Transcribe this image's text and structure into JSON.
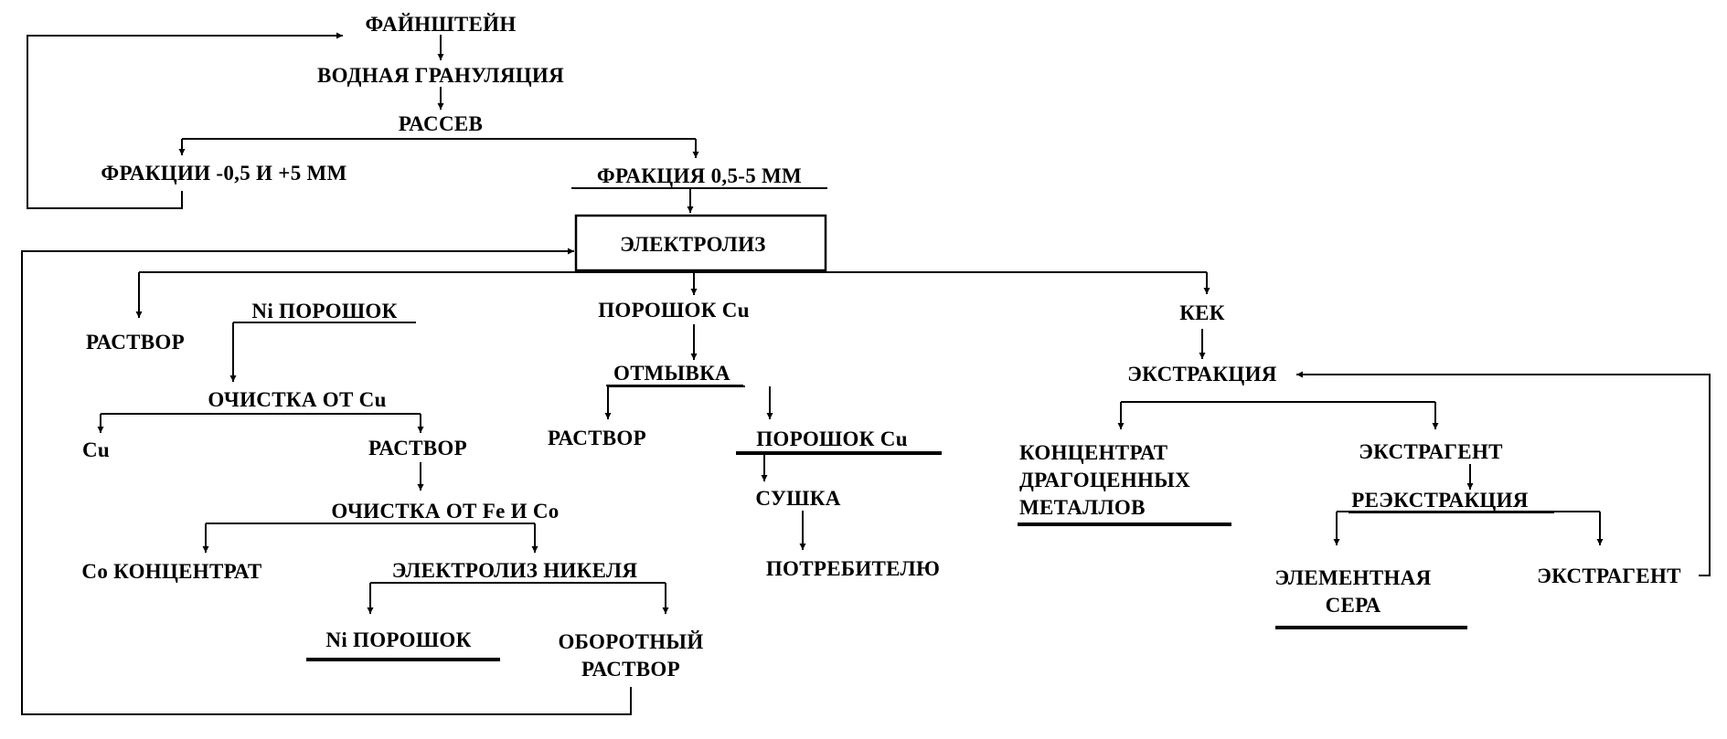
{
  "diagram": {
    "nodes": {
      "fainshtein": "ФАЙНШТЕЙН",
      "water_granulation": "ВОДНАЯ ГРАНУЛЯЦИЯ",
      "sieving": "РАССЕВ",
      "fractions_out": "ФРАКЦИИ -0,5 И +5 ММ",
      "fraction_in": "ФРАКЦИЯ 0,5-5 ММ",
      "electrolysis": "ЭЛЕКТРОЛИЗ",
      "solution_1": "РАСТВОР",
      "ni_powder_1": "Ni ПОРОШОК",
      "cu_cleaning": "ОЧИСТКА ОТ Cu",
      "cu": "Cu",
      "solution_2": "РАСТВОР",
      "fe_co_cleaning": "ОЧИСТКА ОТ Fe И Co",
      "co_concentrate": "Co КОНЦЕНТРАТ",
      "nickel_electrolysis": "ЭЛЕКТРОЛИЗ НИКЕЛЯ",
      "ni_powder_2": "Ni ПОРОШОК",
      "recycle_solution_line1": "ОБОРОТНЫЙ",
      "recycle_solution_line2": "РАСТВОР",
      "cu_powder_1": "ПОРОШОК Cu",
      "washing": "ОТМЫВКА",
      "solution_3": "РАСТВОР",
      "cu_powder_2": "ПОРОШОК Cu",
      "drying": "СУШКА",
      "to_consumer": "ПОТРЕБИТЕЛЮ",
      "cake": "КЕК",
      "extraction": "ЭКСТРАКЦИЯ",
      "pm_concentrate_line1": "КОНЦЕНТРАТ",
      "pm_concentrate_line2": "ДРАГОЦЕННЫХ",
      "pm_concentrate_line3": "МЕТАЛЛОВ",
      "extractant_1": "ЭКСТРАГЕНТ",
      "re_extraction": "РЕЭКСТРАКЦИЯ",
      "sulfur_line1": "ЭЛЕМЕНТНАЯ",
      "sulfur_line2": "СЕРА",
      "extractant_2": "ЭКСТРАГЕНТ"
    }
  }
}
